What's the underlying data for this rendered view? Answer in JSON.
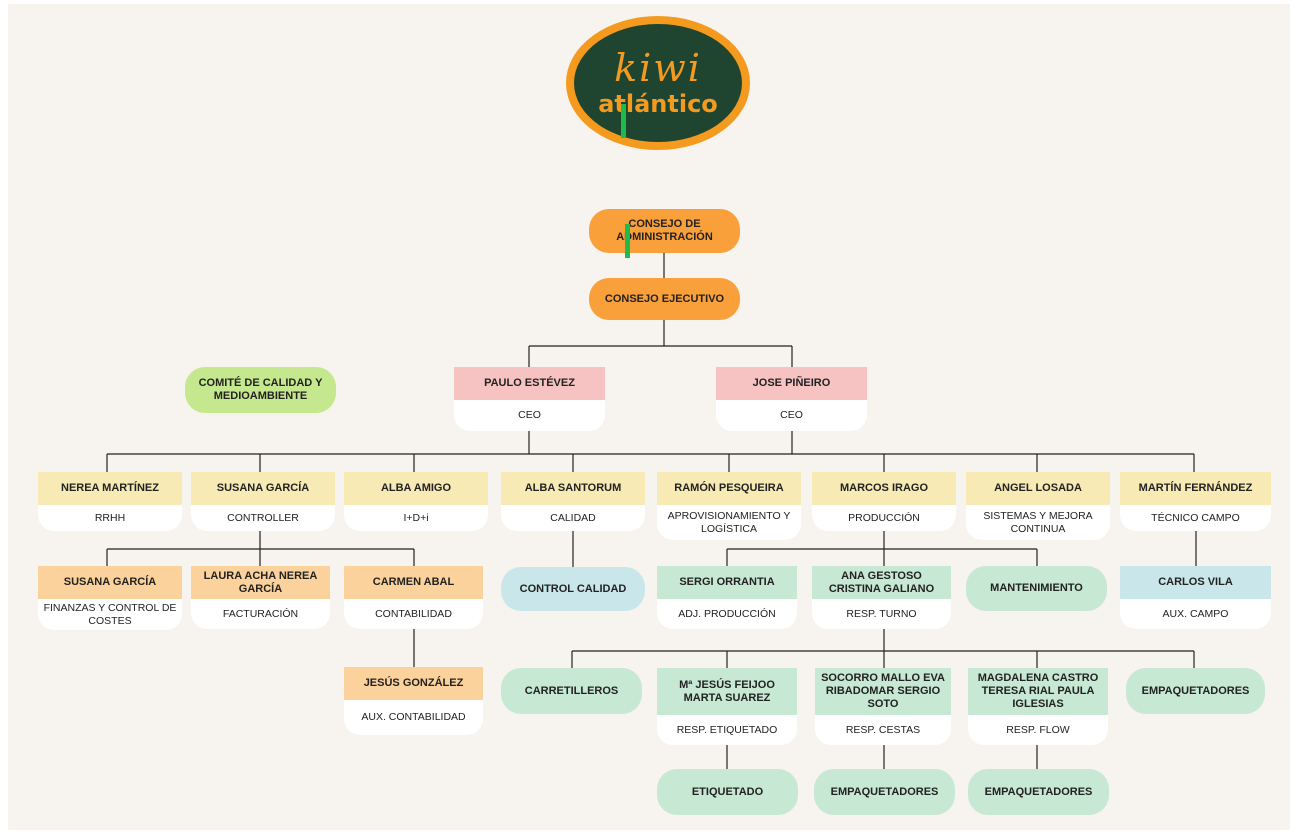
{
  "colors": {
    "orange": "#f9a03a",
    "yellow": "#f7eab5",
    "peach": "#fbd29b",
    "pink": "#f7c2c2",
    "green": "#c7e8d2",
    "green_light": "#d4edd9",
    "teal": "#c9e7ea",
    "lime": "#c5e88e"
  },
  "logo": {
    "line1": "kiwi",
    "line2": "atlántico"
  },
  "board": "CONSEJO DE ADMINISTRACIÓN",
  "exec": "CONSEJO EJECUTIVO",
  "committee": "COMITÉ DE CALIDAD Y MEDIOAMBIENTE",
  "ceo1": {
    "name": "PAULO ESTÉVEZ",
    "role": "CEO"
  },
  "ceo2": {
    "name": "JOSE PIÑEIRO",
    "role": "CEO"
  },
  "l2": [
    {
      "name": "NEREA MARTÍNEZ",
      "role": "RRHH"
    },
    {
      "name": "SUSANA GARCÍA",
      "role": "CONTROLLER"
    },
    {
      "name": "ALBA AMIGO",
      "role": "I+D+i"
    },
    {
      "name": "ALBA SANTORUM",
      "role": "CALIDAD"
    },
    {
      "name": "RAMÓN PESQUEIRA",
      "role": "APROVISIONAMIENTO Y LOGÍSTICA"
    },
    {
      "name": "MARCOS IRAGO",
      "role": "PRODUCCIÓN"
    },
    {
      "name": "ANGEL LOSADA",
      "role": "SISTEMAS Y MEJORA CONTINUA"
    },
    {
      "name": "MARTÍN FERNÁNDEZ",
      "role": "TÉCNICO CAMPO"
    }
  ],
  "finance": [
    {
      "name": "SUSANA GARCÍA",
      "role": "FINANZAS Y CONTROL DE COSTES"
    },
    {
      "name": "LAURA ACHA NEREA GARCÍA",
      "role": "FACTURACIÓN"
    },
    {
      "name": "CARMEN ABAL",
      "role": "CONTABILIDAD"
    },
    {
      "name": "JESÚS GONZÁLEZ",
      "role": "AUX. CONTABILIDAD"
    }
  ],
  "control_calidad": "CONTROL CALIDAD",
  "prod": [
    {
      "name": "SERGI ORRANTIA",
      "role": "ADJ. PRODUCCIÓN"
    },
    {
      "name": "ANA GESTOSO CRISTINA GALIANO",
      "role": "RESP. TURNO"
    }
  ],
  "mantenimiento": "MANTENIMIENTO",
  "campo": {
    "name": "CARLOS VILA",
    "role": "AUX. CAMPO"
  },
  "carretilleros": "CARRETILLEROS",
  "resp": [
    {
      "name": "Mª JESÚS FEIJOO MARTA SUAREZ",
      "role": "RESP. ETIQUETADO"
    },
    {
      "name": "SOCORRO MALLO EVA RIBADOMAR SERGIO SOTO",
      "role": "RESP. CESTAS"
    },
    {
      "name": "MAGDALENA CASTRO TERESA RIAL PAULA IGLESIAS",
      "role": "RESP. FLOW"
    }
  ],
  "empaquetadores": "EMPAQUETADORES",
  "bottom": [
    "ETIQUETADO",
    "EMPAQUETADORES",
    "EMPAQUETADORES"
  ]
}
